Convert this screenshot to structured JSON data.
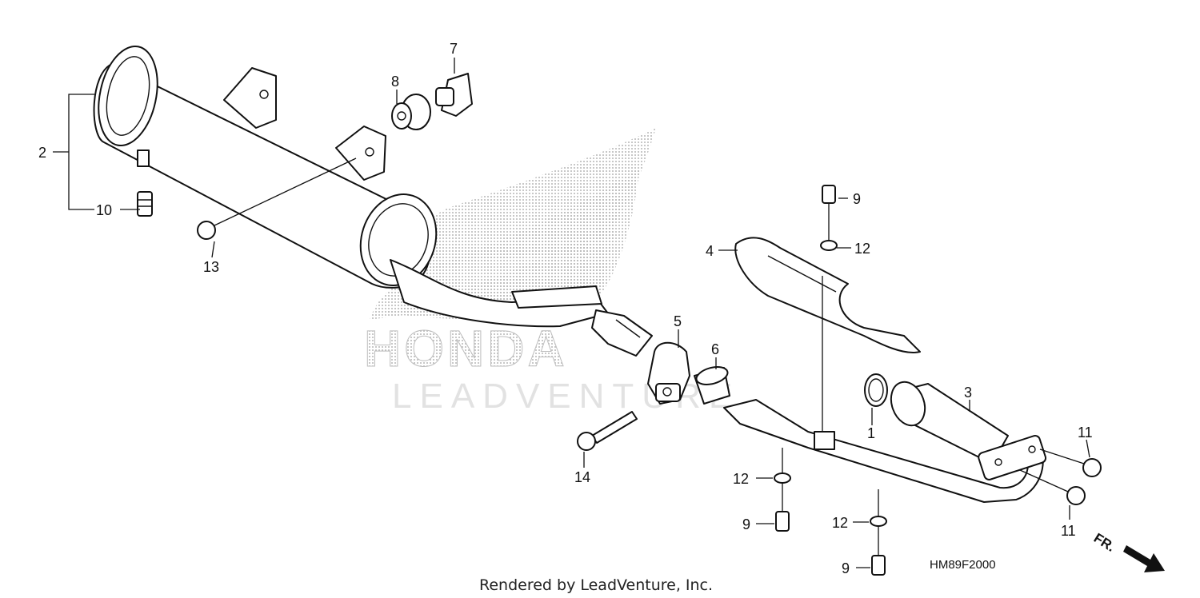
{
  "diagram": {
    "callouts": {
      "c1": "1",
      "c2": "2",
      "c3": "3",
      "c4": "4",
      "c5": "5",
      "c6": "6",
      "c7": "7",
      "c8": "8",
      "c9a": "9",
      "c9b": "9",
      "c9c": "9",
      "c10": "10",
      "c11a": "11",
      "c11b": "11",
      "c12a": "12",
      "c12b": "12",
      "c12c": "12",
      "c13": "13",
      "c14": "14"
    },
    "diagram_code": "HM89F2000",
    "direction_label": "FR.",
    "watermark_brand": "HONDA",
    "watermark_text": "LEADVENTURE",
    "footer": "Rendered by LeadVenture, Inc."
  },
  "colors": {
    "ink": "#111111",
    "watermark": "#c8c8c8",
    "background": "#ffffff"
  }
}
